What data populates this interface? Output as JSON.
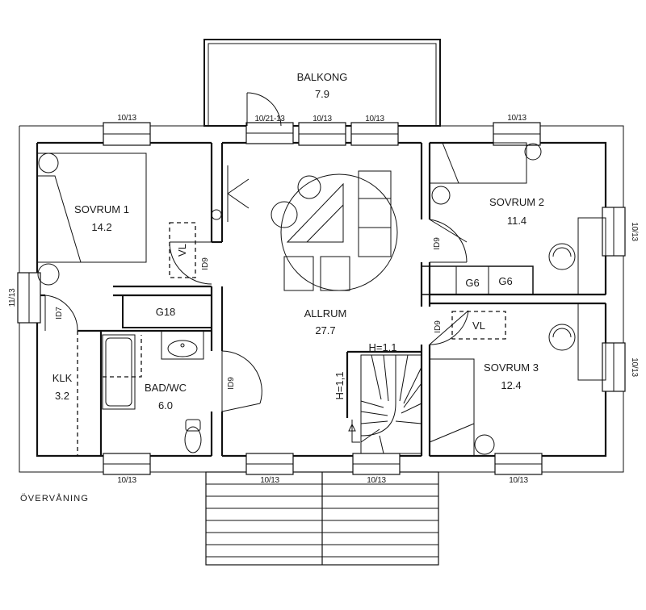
{
  "plan": {
    "caption": "ÖVERVÅNING",
    "rooms": [
      {
        "id": "balkong",
        "name": "BALKONG",
        "area": "7.9"
      },
      {
        "id": "sovrum1",
        "name": "SOVRUM 1",
        "area": "14.2"
      },
      {
        "id": "sovrum2",
        "name": "SOVRUM 2",
        "area": "11.4"
      },
      {
        "id": "sovrum3",
        "name": "SOVRUM 3",
        "area": "12.4"
      },
      {
        "id": "allrum",
        "name": "ALLRUM",
        "area": "27.7"
      },
      {
        "id": "klk",
        "name": "KLK",
        "area": "3.2"
      },
      {
        "id": "badwc",
        "name": "BAD/WC",
        "area": "6.0"
      }
    ],
    "windows": {
      "top_left": "10/13",
      "balcony_door": "10/21-13",
      "top_mid_1": "10/13",
      "top_mid_2": "10/13",
      "top_right": "10/13",
      "right_upper": "10/13",
      "right_lower": "10/13",
      "left": "11/13",
      "bottom_left": "10/13",
      "bottom_mid_1": "10/13",
      "bottom_mid_2": "10/13",
      "bottom_right": "10/13"
    },
    "doors": {
      "id7": "ID7",
      "id9_sovrum1": "ID9",
      "id9_sovrum2": "ID9",
      "id9_sovrum3": "ID9",
      "id9_bad": "ID9"
    },
    "fixtures": {
      "g18": "G18",
      "g6_a": "G6",
      "g6_b": "G6",
      "vl_left": "VL",
      "vl_right": "VL",
      "stair_h": "H=1,1",
      "stair_v": "H=1,1"
    }
  }
}
